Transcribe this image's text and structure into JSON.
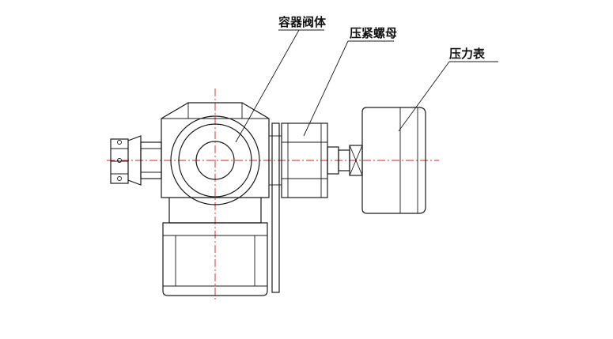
{
  "labels": {
    "valve_body": "容器阀体",
    "nut": "压紧螺母",
    "gauge": "压力表"
  },
  "colors": {
    "line": "#1a1a1a",
    "centerline": "#d42020",
    "background": "#ffffff"
  }
}
